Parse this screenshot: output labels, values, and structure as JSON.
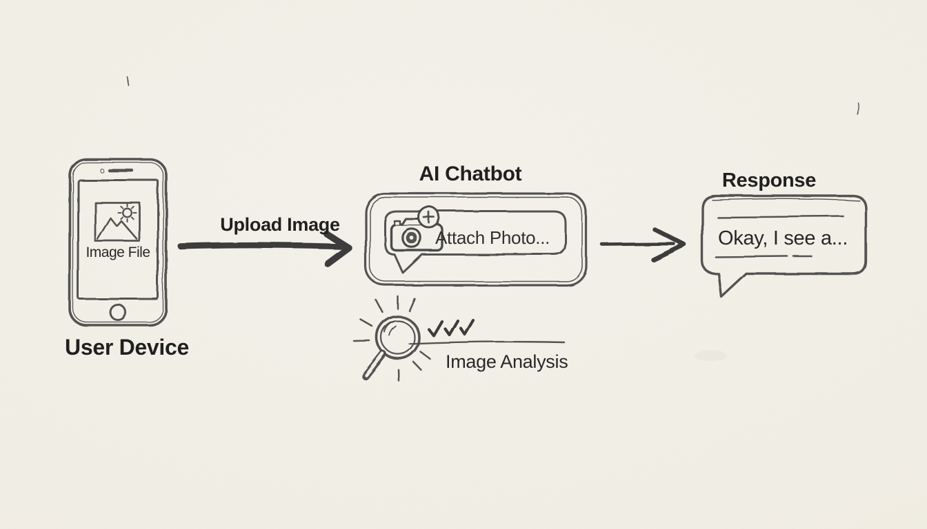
{
  "palette": {
    "background": "#f2efe6",
    "ink": "#4a4a4a",
    "ink_dark": "#3a3a3a",
    "text": "#1e1e1e"
  },
  "nodes": {
    "user_device": {
      "label": "User Device",
      "screen_caption": "Image File"
    },
    "chatbot": {
      "title": "AI Chatbot",
      "attach_placeholder": "Attach Photo..."
    },
    "analysis": {
      "label": "Image Analysis",
      "check_count": 3
    },
    "response": {
      "title": "Response",
      "message": "Okay, I see a..."
    }
  },
  "arrows": {
    "upload": {
      "label": "Upload Image"
    },
    "reply": {
      "label": ""
    }
  },
  "icons": {
    "checkmark_glyph": "✓",
    "plus_glyph": "+"
  }
}
